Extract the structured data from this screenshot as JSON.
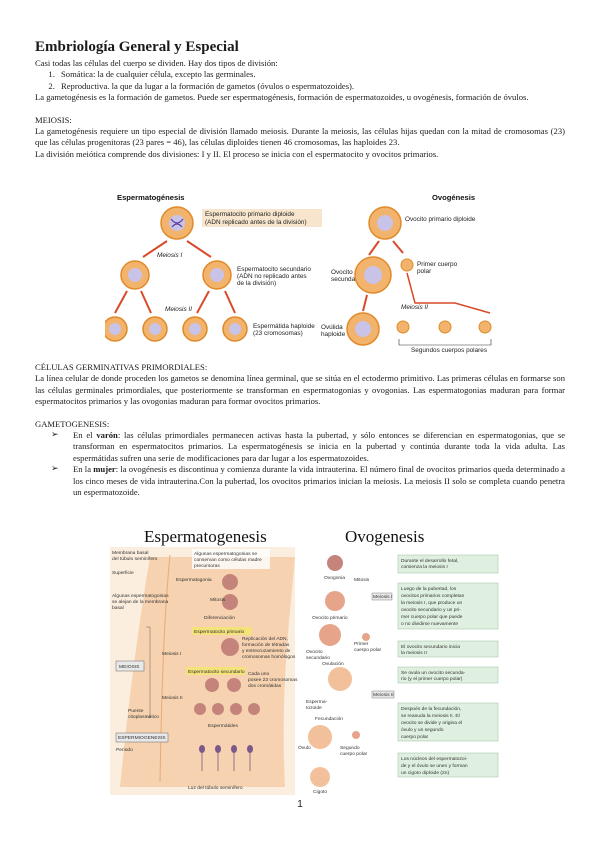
{
  "doc": {
    "title": "Embriología General y Especial",
    "intro": "Casi todas las células del cuerpo se dividen. Hay dos tipos de división:",
    "division_types": [
      "Somática: la de cualquier célula, excepto las germinales.",
      "Reproductiva. la que da lugar a la formación de gametos (óvulos o espermatozoides)."
    ],
    "gametogenesis_def": "La gametogénesis es la formación de gametos. Puede ser espermatogénesis,  formación de espermatozoides, u ovogénesis,  formación de óvulos.",
    "meiosis_title": "MEIOSIS:",
    "meiosis_p1": "La gametogénesis requiere un tipo especial de división llamado meiosis. Durante la meiosis, las células hijas quedan con la mitad de cromosomas (23) que las células progenitoras (23 pares = 46), las células diploides tienen 46 cromosomas, las haploides 23.",
    "meiosis_p2": "La división meiótica comprende dos divisiones: I y II. El proceso se inicia con el espermatocito y ovocitos primarios.",
    "cgp_title": "CÉLULAS GERMINATIVAS PRIMORDIALES:",
    "cgp_p": "La línea celular de donde proceden los gametos se denomina línea germinal, que se sitúa en el ectodermo primitivo. Las primeras células en formarse son las células germinales primordiales, que posteriormente se transforman en espermatogonias y ovogonias. Las espermatogonias maduran para formar espermatocitos primarios y las ovogonias maduran para formar ovocitos primarios.",
    "gameto_title": "GAMETOGENESIS:",
    "gameto_items": [
      {
        "pre": "En el ",
        "bold": "varón",
        "post": ": las células primordiales permanecen activas hasta la pubertad, y sólo entonces se diferencian en espermatogonias, que se transforman en espermatocitos primarios. La espermatogénesis se inicia en la pubertad y continúa durante toda la vida adulta. Las espermátidas sufren una serie de modificaciones para dar lugar a los espermatozoides."
      },
      {
        "pre": "En la ",
        "bold": "mujer",
        "post": ": la ovogénesis es discontinua y comienza durante la vida intrauterina. El número final de ovocitos primarios queda determinado a los cinco meses de vida intrauterina.Con la pubertad, los ovocitos primarios inician la meiosis. La meiosis II solo se completa cuando penetra un espermatozoide."
      }
    ],
    "page_number": "1"
  },
  "figure1": {
    "title_left": "Espermatogénesis",
    "title_right": "Ovogénesis",
    "sperm_primary": [
      "Espermatocito primario diploide",
      "(ADN replicado antes de la división)"
    ],
    "meiosis1": "Meiosis I",
    "sperm_secondary": [
      "Espermatocito secundario",
      "(ADN no replicado antes",
      "de la división)"
    ],
    "meiosis2": "Meiosis II",
    "sperm_haploid": [
      "Espermátida haploide",
      "(23 cromosomas)"
    ],
    "ovo_primary": "Ovocito primario diploide",
    "ovo_secondary": [
      "Ovocito",
      "secundario"
    ],
    "first_polar": [
      "Primer cuerpo",
      "polar"
    ],
    "ovum": [
      "Ovúlida",
      "haploide"
    ],
    "second_polar": "Segundos cuerpos polares"
  },
  "figure2": {
    "title_left": "Espermatogenesis",
    "title_right": "Ovogenesis",
    "left_labels": {
      "membrana": [
        "Membrana basal",
        "del túbulo seminífero"
      ],
      "superficie": "Superficie",
      "gonias_note": [
        "Algunas espermatogonias se",
        "conservan como células madre",
        "precursoras"
      ],
      "espermatogonia": "Espermatogonia",
      "mitosis": "Mitosis",
      "diferenciacion": "Diferenciación",
      "algunas": [
        "Algunas espermatogonias",
        "se alejan de la membrana",
        "basal"
      ],
      "primario": "Espermatocito primario",
      "replicacion": [
        "Replicación del ADN,",
        "formación de tétradas",
        "y entrecruzamiento de",
        "cromosomas homólogos"
      ],
      "meiosis": "MEIOSIS",
      "meiosis1": "Meiosis I",
      "secundario": "Espermatocito secundario",
      "cada": [
        "Cada uno",
        "posee 23 cromosomas",
        "dos cromátidas"
      ],
      "meiosis2": "Meiosis II",
      "puente": [
        "Puente",
        "citoplasmático"
      ],
      "espermatides": "Espermátides",
      "espermiogenesis": "ESPERMIOGENESIS",
      "periodo": "Periodo",
      "luz": "Luz del túbulo seminífero"
    },
    "right_labels": {
      "ovogonia": "Ovogonia",
      "mitosis": "Mitosis",
      "ovocito_primario": "Ovocito primario",
      "ovocito_secundario": [
        "Ovocito",
        "secundario"
      ],
      "primer_cuerpo": [
        "Primer",
        "cuerpo polar"
      ],
      "ovulacion": "Ovulación",
      "esperma": [
        "Esperma-",
        "tozoide"
      ],
      "fecundacion": "Fecundación",
      "segundo_cuerpo": [
        "Segundo",
        "cuerpo polar"
      ],
      "ovulo": "Óvulo",
      "cigoto": "Cigoto",
      "meiosis1": "Meiosis I",
      "meiosis2": "Meiosis II"
    },
    "notes": [
      [
        "Durante el desarrollo fetal,",
        "comienza la meiosis I"
      ],
      [
        "Luego de la pubertad, los",
        "ovocitos primarios completan",
        "la meiosis I, que produce un",
        "ovocito secundario y un pri-",
        "mer cuerpo polar que puede",
        "o no dividirse nuevamente"
      ],
      [
        "El ovocito secundario inicia",
        "la meiosis II"
      ],
      [
        "Se ovula un ovocito secunda-",
        "rio (y el primer cuerpo polar)"
      ],
      [
        "Después de la fecundación,",
        "se reanuda la meiosis II. El",
        "ovocito se divide y origina el",
        "óvulo y un segundo",
        "cuerpo polar"
      ],
      [
        "Los núcleos del espermatozoi-",
        "de y el óvulo se unen y forman",
        "un cigoto diploide (2n)"
      ]
    ]
  }
}
